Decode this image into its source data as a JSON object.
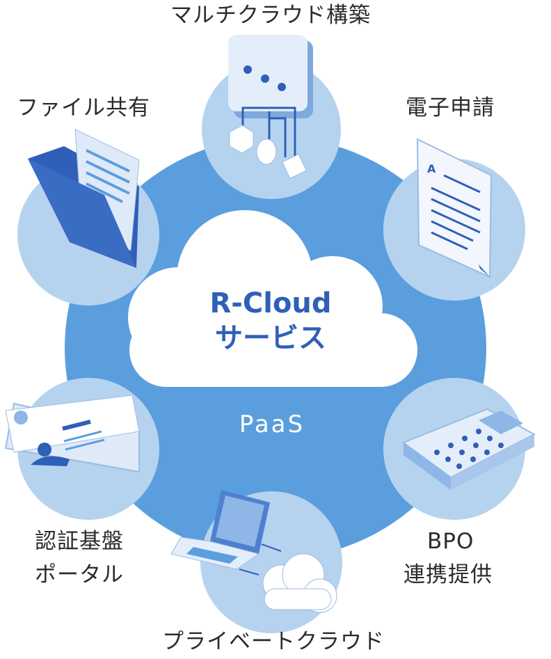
{
  "center": {
    "title_line1": "R-Cloud",
    "title_line2": "サービス",
    "platform": "PaaS"
  },
  "services": {
    "multicloud": "マルチクラウド構築",
    "file_share": "ファイル共有",
    "e_application": "電子申請",
    "auth_portal_line1": "認証基盤",
    "auth_portal_line2": "ポータル",
    "bpo_line1": "BPO",
    "bpo_line2": "連携提供",
    "private_cloud": "プライベートクラウド"
  },
  "colors": {
    "ring": "#5b9ede",
    "node": "#b5d3ef",
    "accent": "#2f5fb8",
    "cloud": "#ffffff"
  }
}
